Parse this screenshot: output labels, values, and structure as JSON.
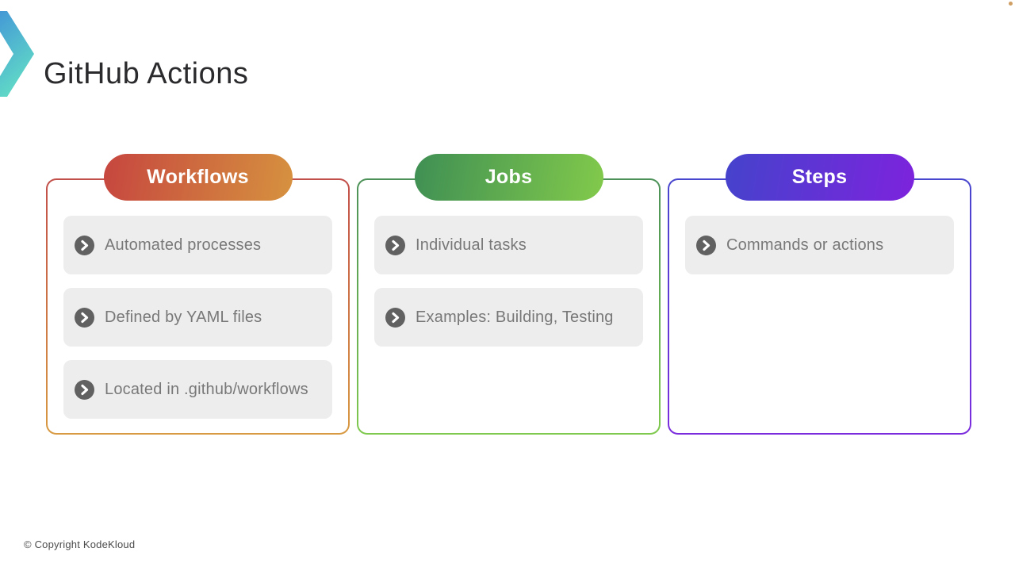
{
  "header": {
    "title": "GitHub Actions"
  },
  "columns": [
    {
      "title": "Workflows",
      "pill_colors": [
        "#c6463f",
        "#d6923f"
      ],
      "border_colors": [
        "#c24f4a",
        "#d89a42"
      ],
      "items": [
        "Automated processes",
        "Defined by YAML files",
        "Located in .github/workflows"
      ]
    },
    {
      "title": "Jobs",
      "pill_colors": [
        "#3f8f54",
        "#82ca4b"
      ],
      "border_colors": [
        "#4c9158",
        "#7fc94e"
      ],
      "items": [
        "Individual tasks",
        "Examples: Building, Testing"
      ]
    },
    {
      "title": "Steps",
      "pill_colors": [
        "#4543cc",
        "#7d23dd"
      ],
      "border_colors": [
        "#4846ce",
        "#7b2cdd"
      ],
      "items": [
        "Commands or actions"
      ]
    }
  ],
  "footer": {
    "copyright": "© Copyright KodeKloud"
  },
  "colors": {
    "title_text": "#2b2b2e",
    "item_background": "#ededed",
    "item_text": "#787878",
    "bullet_circle": "#616161",
    "logo_gradient_top": "#4499d6",
    "logo_gradient_bottom": "#61dbc6",
    "corner_dot": "#cf9e63"
  },
  "icons": {
    "logo": "chevron-arrow-logo",
    "item_bullet": "chevron-right-circle-icon"
  }
}
